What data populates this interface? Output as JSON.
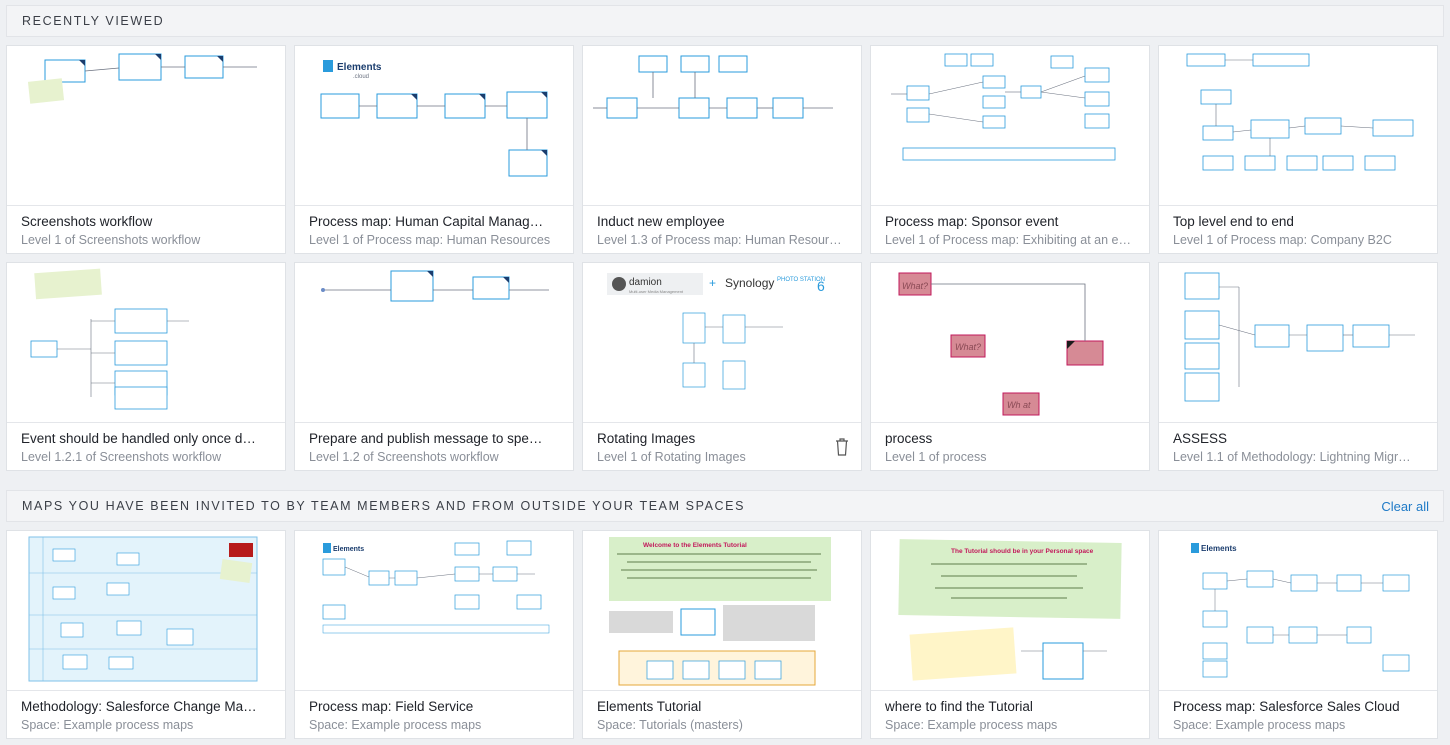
{
  "recent": {
    "title": "RECENTLY VIEWED",
    "cards": [
      {
        "title": "Screenshots workflow",
        "subtitle": "Level 1 of Screenshots workflow"
      },
      {
        "title": "Process map: Human Capital Manage…",
        "subtitle": "Level 1 of Process map: Human Resources"
      },
      {
        "title": "Induct new employee",
        "subtitle": "Level 1.3 of Process map: Human Resources"
      },
      {
        "title": "Process map: Sponsor event",
        "subtitle": "Level 1 of Process map: Exhibiting at an e…"
      },
      {
        "title": "Top level end to end",
        "subtitle": "Level 1 of Process map: Company B2C"
      },
      {
        "title": "Event should be handled only once de…",
        "subtitle": "Level 1.2.1 of Screenshots workflow"
      },
      {
        "title": "Prepare and publish message to speci…",
        "subtitle": "Level 1.2 of Screenshots workflow"
      },
      {
        "title": "Rotating Images",
        "subtitle": "Level 1 of Rotating Images"
      },
      {
        "title": "process",
        "subtitle": "Level 1 of process"
      },
      {
        "title": "ASSESS",
        "subtitle": "Level 1.1 of Methodology: Lightning Migr…"
      }
    ]
  },
  "invited": {
    "title": "MAPS YOU HAVE BEEN INVITED TO BY TEAM MEMBERS AND FROM OUTSIDE YOUR TEAM SPACES",
    "clear_all": "Clear all",
    "cards": [
      {
        "title": "Methodology: Salesforce Change Man…",
        "subtitle": "Space: Example process maps"
      },
      {
        "title": "Process map: Field Service",
        "subtitle": "Space: Example process maps"
      },
      {
        "title": "Elements Tutorial",
        "subtitle": "Space: Tutorials (masters)"
      },
      {
        "title": "where to find the Tutorial",
        "subtitle": "Space: Example process maps"
      },
      {
        "title": "Process map: Salesforce Sales Cloud",
        "subtitle": "Space: Example process maps"
      }
    ]
  },
  "thumb_text": {
    "elements_logo": "Elements",
    "elements_logo_sub": ".cloud",
    "what": "What?",
    "what_alt": "Wh at",
    "damion": "damion",
    "damion_tag": "Multi-user Media Management",
    "synology": "Synology",
    "photo_station": "PHOTO STATION",
    "photo_station_num": "6",
    "tutorial_banner": "Welcome to the Elements Tutorial",
    "personal_space": "The Tutorial should be in your Personal space"
  },
  "icons": {
    "trash": "trash-icon"
  },
  "colors": {
    "accent": "#1f7ac7",
    "node_border": "#2a9bdc",
    "node_dark": "#1b3d6e",
    "pink_node": "#d68a95"
  }
}
